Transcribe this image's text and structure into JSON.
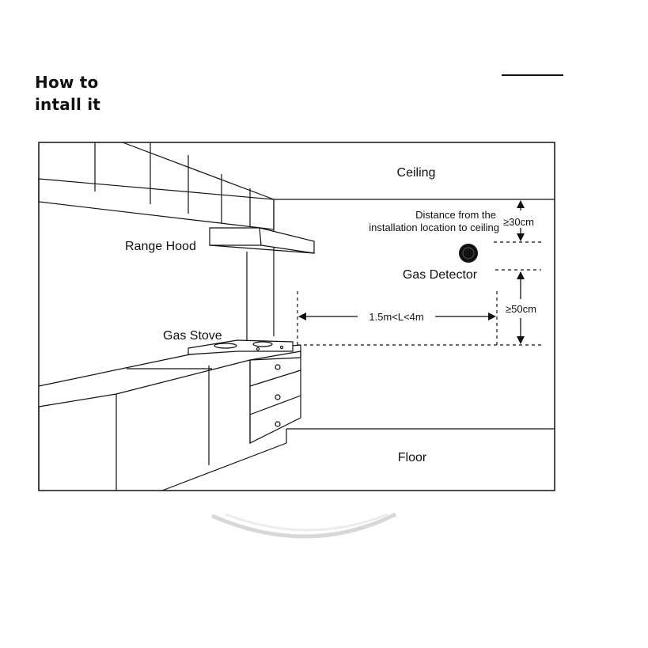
{
  "heading": {
    "line1": "How to",
    "line2": "intall it"
  },
  "labels": {
    "ceiling": "Ceiling",
    "floor": "Floor",
    "range_hood": "Range Hood",
    "gas_stove": "Gas Stove",
    "gas_detector": "Gas Detector",
    "distance_line1": "Distance from the",
    "distance_line2": "installation location to ceiling",
    "ceiling_gap": "≥30cm",
    "stove_gap": "≥50cm",
    "horizontal_range": "1.5m<L<4m"
  }
}
